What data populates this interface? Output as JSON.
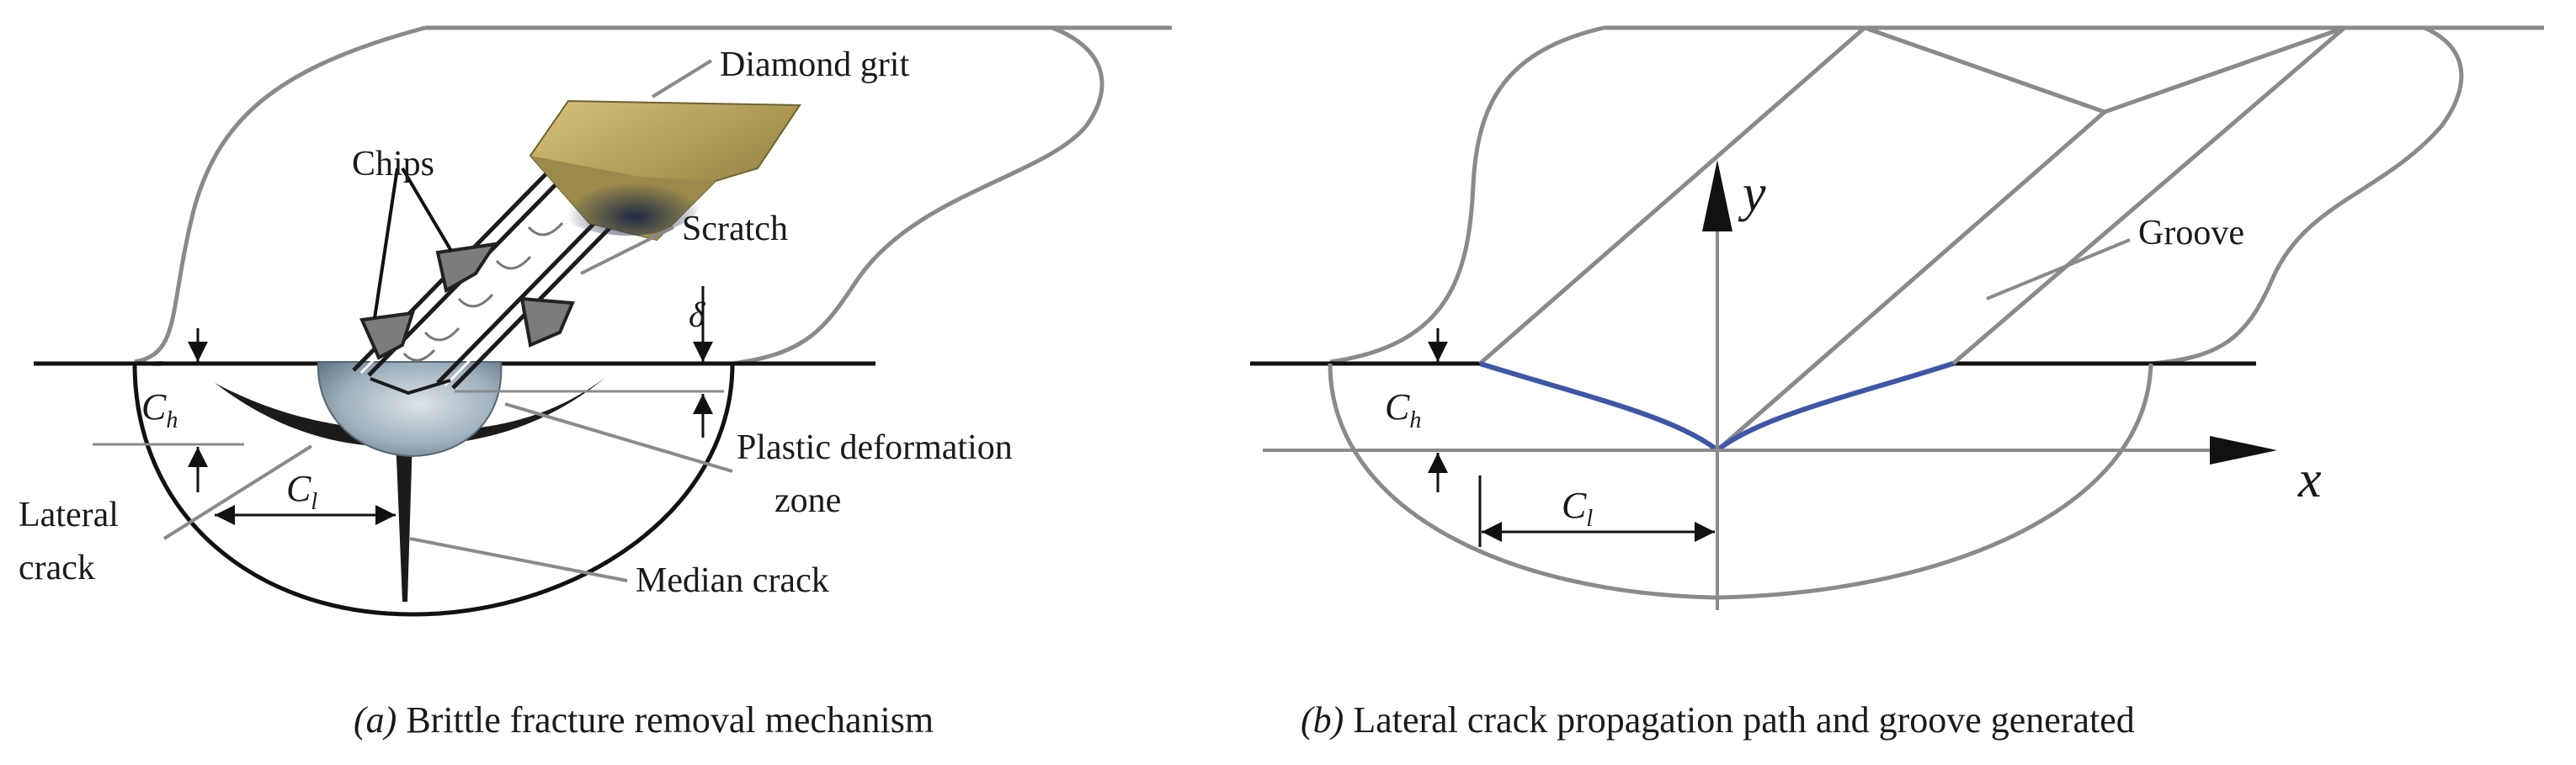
{
  "panel_a": {
    "labels": {
      "diamond_grit": "Diamond grit",
      "chips": "Chips",
      "scratch": "Scratch",
      "delta": "δ",
      "plastic_line1": "Plastic deformation",
      "plastic_line2": "zone",
      "lateral_line1": "Lateral",
      "lateral_line2": "crack",
      "median_crack": "Median crack",
      "ch_main": "C",
      "ch_sub": "h",
      "cl_main": "C",
      "cl_sub": "l"
    },
    "caption_letter": "(a)",
    "caption_text": " Brittle fracture removal mechanism"
  },
  "panel_b": {
    "labels": {
      "groove": "Groove",
      "y_axis": "y",
      "x_axis": "x",
      "ch_main": "C",
      "ch_sub": "h",
      "cl_main": "C",
      "cl_sub": "l"
    },
    "caption_letter": "(b)",
    "caption_text": " Lateral crack propagation path and groove generated"
  },
  "colors": {
    "outline": "#8a8a8a",
    "surface": "#111111",
    "crack_path": "#3d56a8",
    "grit_light": "#c9b06a",
    "grit_dark": "#2f3a52",
    "plastic_zone": "#8fa1b0"
  }
}
